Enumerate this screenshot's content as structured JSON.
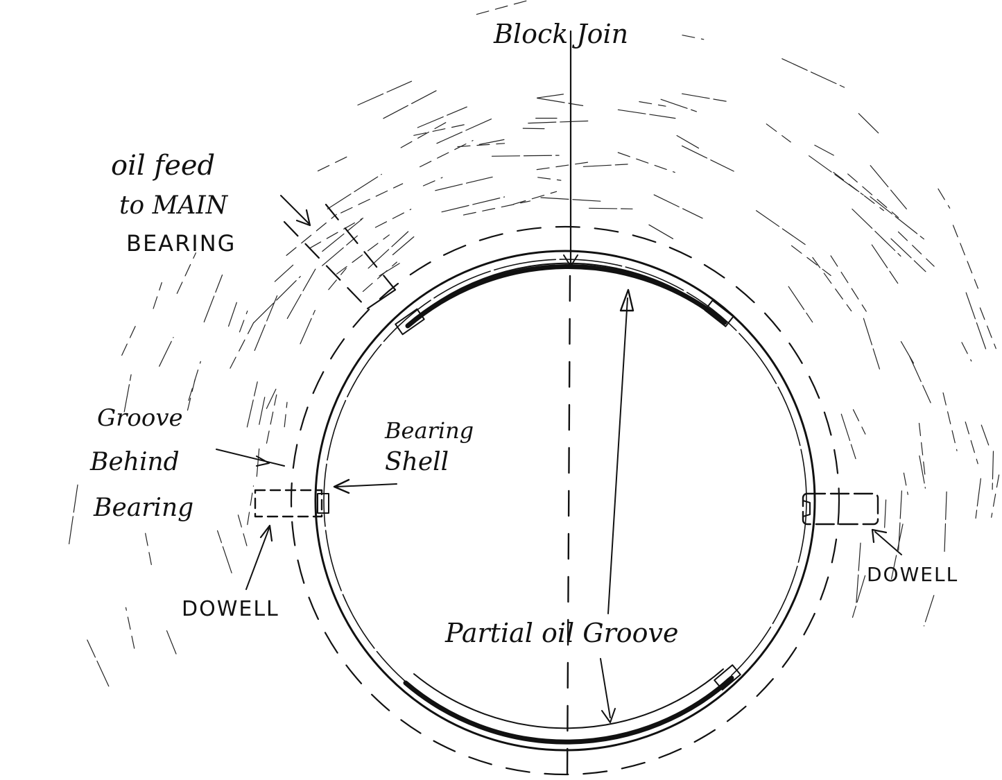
{
  "diagram": {
    "labels": {
      "block_join": "Block Join",
      "oil_feed_line1": "oil feed",
      "oil_feed_line2": "to MAIN",
      "oil_feed_line3": "BEARING",
      "groove_line1": "Groove",
      "groove_line2": "Behind",
      "groove_line3": "Bearing",
      "bearing_shell_line1": "Bearing",
      "bearing_shell_line2": "Shell",
      "dowel_left": "DOWELL",
      "dowel_right": "DOWELL",
      "partial_oil_groove": "Partial oil Groove"
    },
    "colors": {
      "ink": "#111111",
      "paper": "#ffffff"
    }
  }
}
